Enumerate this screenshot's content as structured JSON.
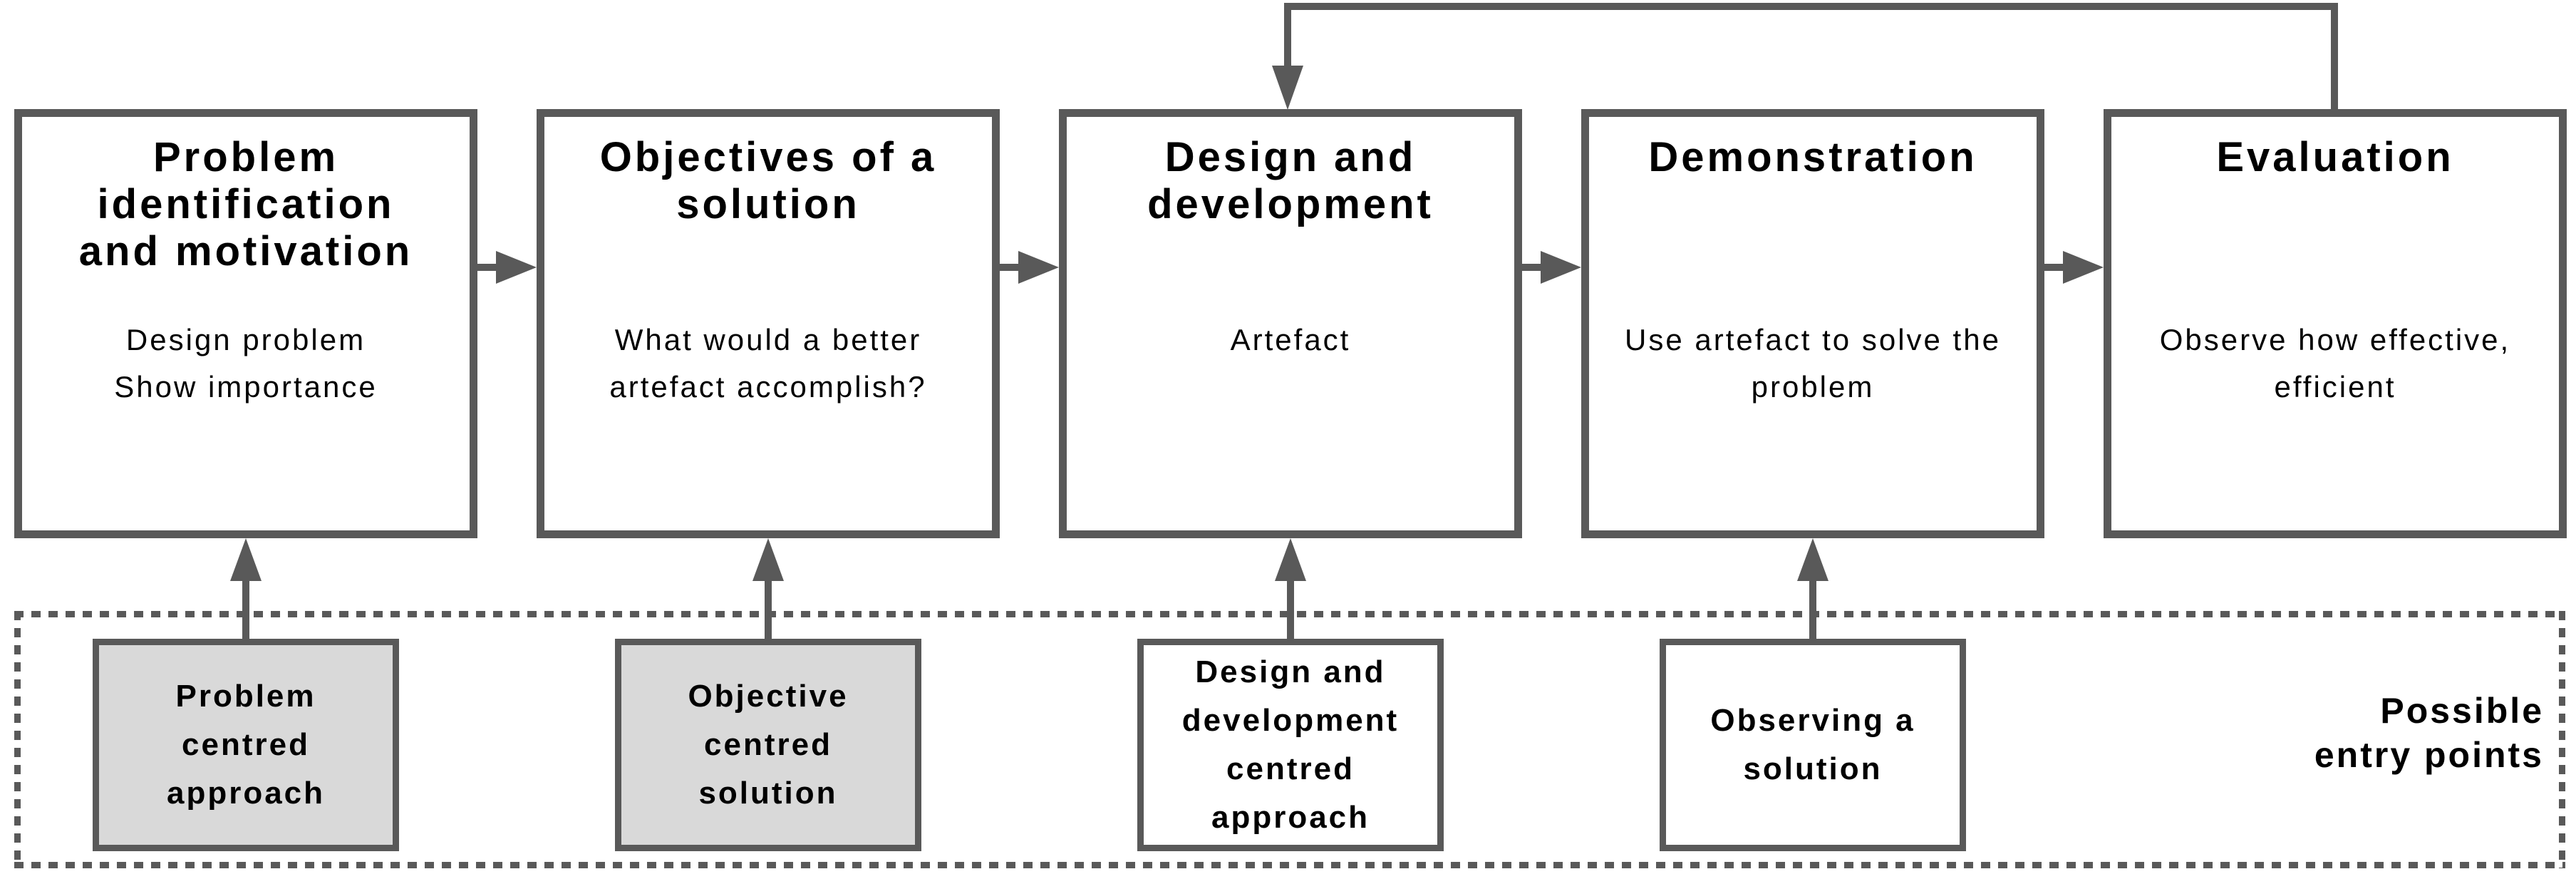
{
  "colors": {
    "stroke": "#595959",
    "shaded_fill": "#d9d9d9",
    "box_fill": "#ffffff",
    "text": "#000000",
    "background": "#ffffff"
  },
  "process": {
    "stages": [
      {
        "title": "Problem\nidentification\nand motivation",
        "description": "Design problem\nShow importance"
      },
      {
        "title": "Objectives of a\nsolution",
        "description": "What would a better\nartefact accomplish?"
      },
      {
        "title": "Design and\ndevelopment",
        "description": "Artefact"
      },
      {
        "title": "Demonstration",
        "description": "Use artefact to solve the\nproblem"
      },
      {
        "title": "Evaluation",
        "description": "Observe how effective,\nefficient"
      }
    ],
    "feedback_arrow": {
      "from": "Evaluation",
      "to": "Design and development"
    }
  },
  "entry_points": {
    "region_label": "Possible\nentry points",
    "items": [
      {
        "label": "Problem\ncentred\napproach",
        "shaded": true
      },
      {
        "label": "Objective\ncentred\nsolution",
        "shaded": true
      },
      {
        "label": "Design and\ndevelopment\ncentred\napproach",
        "shaded": false
      },
      {
        "label": "Observing a\nsolution",
        "shaded": false
      }
    ]
  }
}
